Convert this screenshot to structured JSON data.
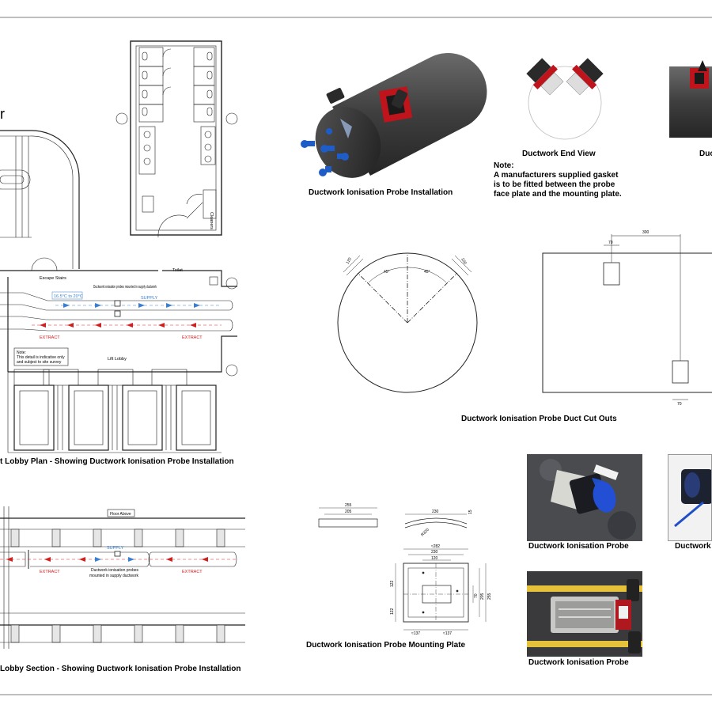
{
  "sheet": {
    "title_fragment": "r",
    "lobby_plan_title": "t Lobby Plan - Showing Ductwork Ionisation Probe Installation",
    "lobby_section_title": "Lobby Section - Showing Ductwork Ionisation Probe Installation"
  },
  "plan": {
    "escape_stairs": "Escape Stairs",
    "toilet": "Toilet",
    "cleaners": "Cleaners",
    "probes_note": "Ductwork ionisation probes mounted in supply ductwork",
    "temp_range": "16.5°C to 20°C",
    "supply": "SUPPLY",
    "extract": "EXTRACT",
    "lift_lobby": "Lift Lobby",
    "note_lines": [
      "Note:",
      "This detail is indicative only",
      "and subject to site survey"
    ]
  },
  "section": {
    "floor_above": "Floor Above",
    "supply": "SUPPLY",
    "extract": "EXTRACT",
    "probes_note_lines": [
      "Ductwork ionisation probes",
      "mounted in supply ductwork"
    ]
  },
  "installation": {
    "title": "Ductwork Ionisation Probe Installation",
    "end_view_title": "Ductwork End View",
    "side_view_title_fragment": "Duc",
    "note_heading": "Note:",
    "note_lines": [
      "A manufacturers supplied gasket",
      "is to be fitted between the probe",
      "face plate and the mounting plate."
    ]
  },
  "cutouts": {
    "title": "Ductwork Ionisation Probe Duct Cut Outs",
    "dim_120_left": "120",
    "dim_120_right": "120",
    "angle_left": "45°",
    "angle_right": "45°",
    "dim_300": "300",
    "dim_70_top": "70",
    "dim_70_bottom": "70"
  },
  "mounting_plate": {
    "title": "Ductwork Ionisation Probe Mounting Plate",
    "dim_255": "255",
    "dim_205": "205",
    "dim_230": "230",
    "dim_15": "15",
    "radius": "R320",
    "dim_282": "≈282",
    "dim_230_b": "230",
    "dim_120": "120",
    "dim_122_top": "122",
    "dim_122_bottom": "122",
    "dim_70": "70",
    "dim_205_v": "205",
    "dim_255_v": "255",
    "dim_137_left": "≈137",
    "dim_137_right": "≈137"
  },
  "photos": {
    "photo1_caption": "Ductwork Ionisation Probe",
    "photo2_caption": "Ductwork Ionisation Probe",
    "photo3_caption_fragment": "Ductwork"
  },
  "colors": {
    "supply_blue": "#3b7fd0",
    "extract_red": "#d02020",
    "probe_red": "#c0141c",
    "duct_grey": "#4a4a4a"
  }
}
